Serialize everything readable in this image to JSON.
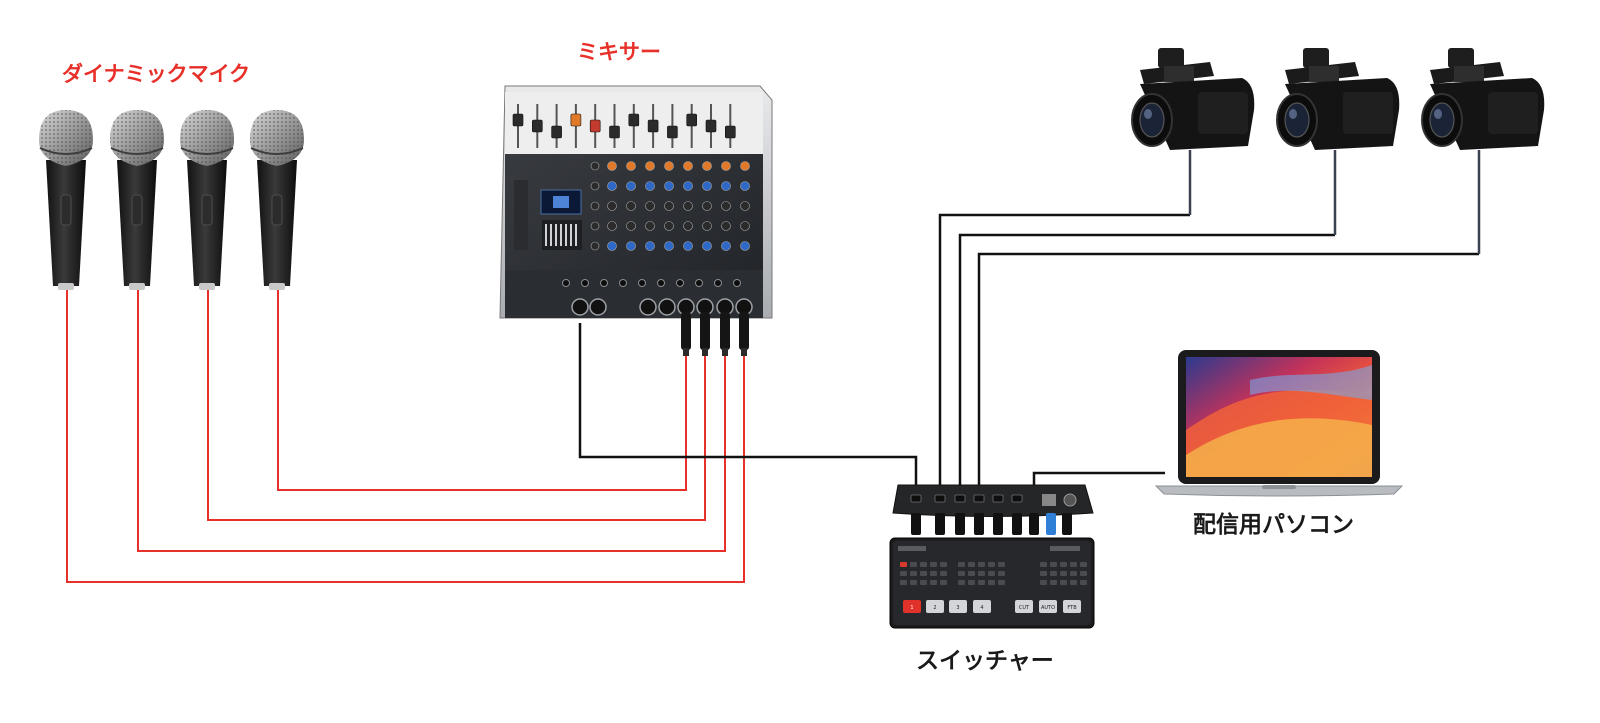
{
  "labels": {
    "mic": "ダイナミックマイク",
    "mixer": "ミキサー",
    "pc": "配信用パソコン",
    "switcher": "スイッチャー"
  },
  "colors": {
    "mic_cable": "#e8302a",
    "signal_cable": "#111111",
    "camera_cable": "#3a4150",
    "label_red": "#e8302a",
    "label_dark": "#1a1a1a"
  },
  "devices": {
    "microphones": 4,
    "cameras": 3,
    "mixer_fader_channels": 12,
    "switcher_ports": 6,
    "switcher_buttons_row": [
      "1",
      "2",
      "3",
      "4",
      "CUT",
      "AUTO",
      "FTB"
    ]
  }
}
